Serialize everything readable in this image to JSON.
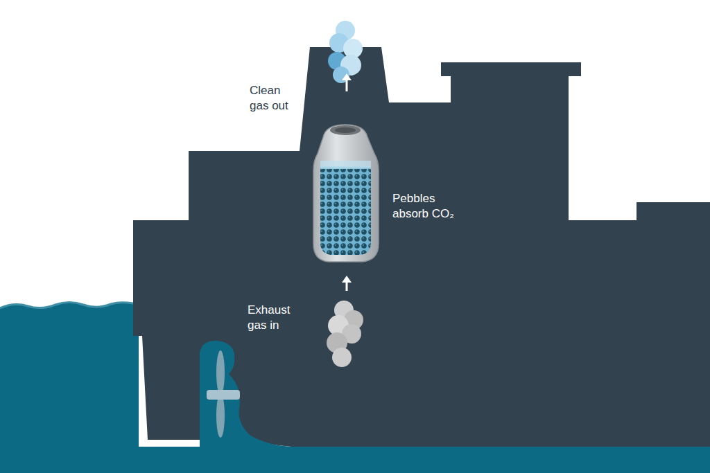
{
  "diagram": {
    "labels": [
      "Clean gas out",
      "Pebbles absorb CO₂",
      "Exhaust gas in"
    ]
  }
}
